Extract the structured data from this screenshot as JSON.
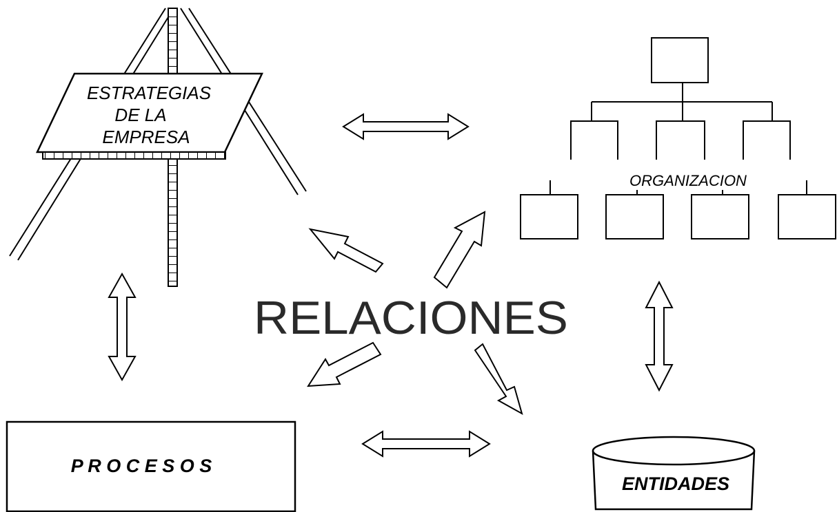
{
  "diagram": {
    "center_label": "RELACIONES",
    "strategy": {
      "line1": "ESTRATEGIAS",
      "line2": "DE LA",
      "line3": "EMPRESA"
    },
    "organization_label": "ORGANIZACION",
    "processes_label": "P R O C E S O S",
    "entities_label": "ENTIDADES"
  }
}
